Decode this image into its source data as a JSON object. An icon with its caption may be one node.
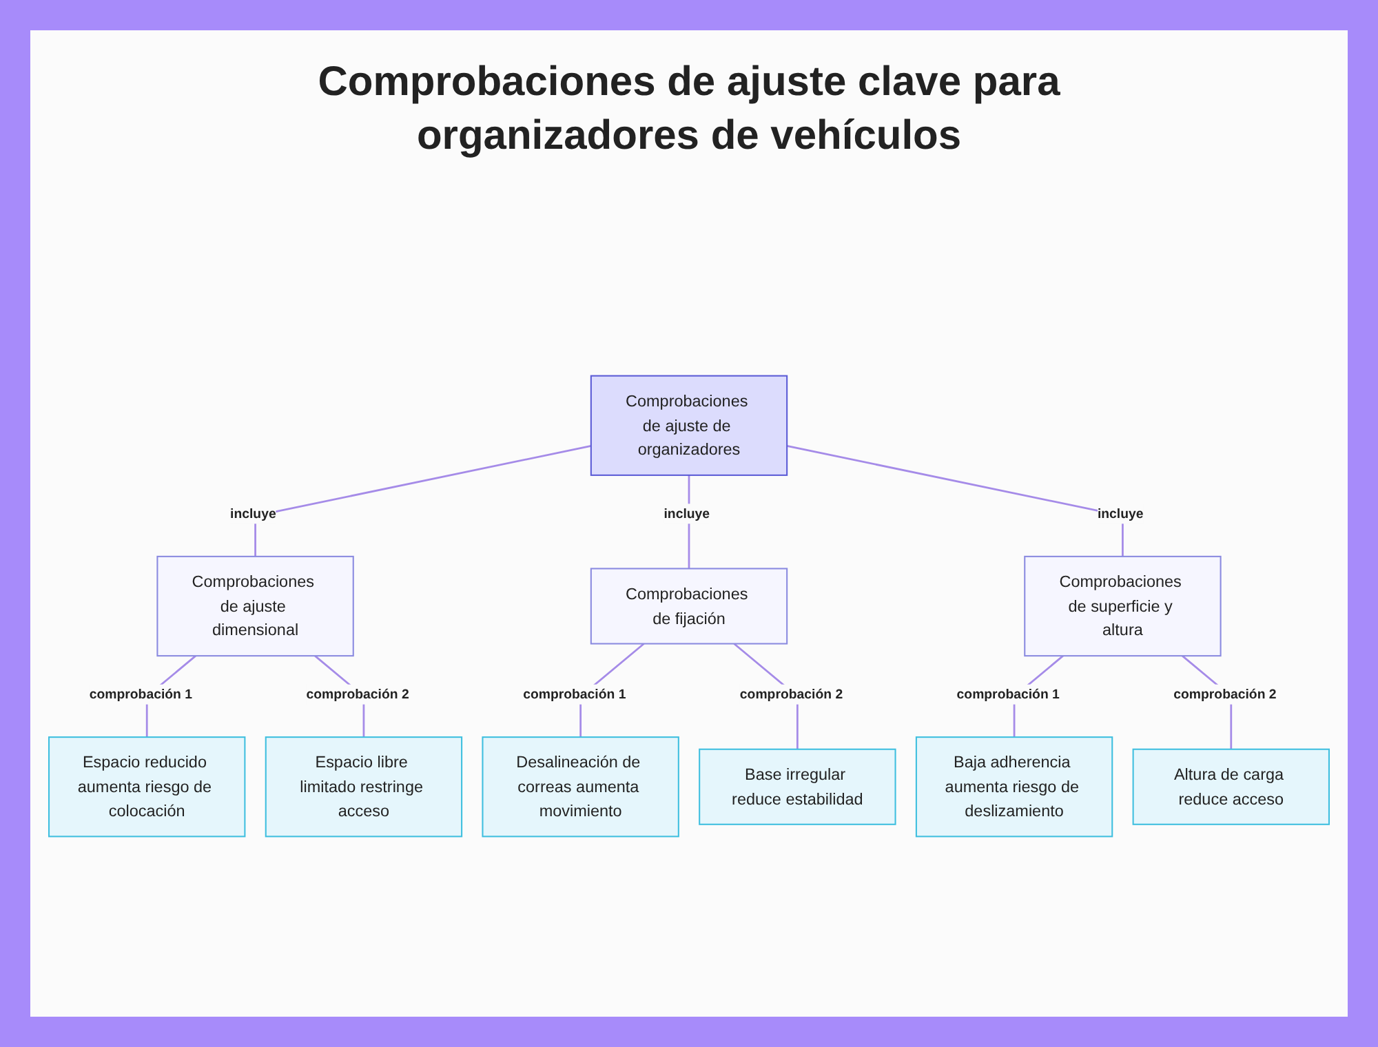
{
  "diagram": {
    "title": "Comprobaciones de ajuste clave para organizadores de vehículos",
    "nodes": [
      {
        "text": [
          "Comprobaciones de ajuste de organizadores"
        ]
      },
      {
        "text": [
          "Comprobaciones de ajuste dimensional"
        ]
      },
      {
        "text": [
          "Comprobaciones de fijación"
        ]
      },
      {
        "text": [
          "Comprobaciones de superficie y altura"
        ]
      },
      {
        "text": [
          "Espacio reducido aumenta riesgo de colocación"
        ]
      },
      {
        "text": [
          "Espacio libre limitado restringe acceso"
        ]
      },
      {
        "text": [
          "Desalineación de correas aumenta movimiento"
        ]
      },
      {
        "text": [
          "Base irregular reduce estabilidad"
        ]
      },
      {
        "text": [
          "Baja adherencia aumenta riesgo de deslizamiento"
        ]
      },
      {
        "text": [
          "Altura de carga reduce acceso"
        ]
      }
    ],
    "edges": [
      {
        "from": 0,
        "to": 1,
        "arrow": "none",
        "label": "incluye"
      },
      {
        "from": 0,
        "to": 2,
        "arrow": "none",
        "label": "incluye"
      },
      {
        "from": 0,
        "to": 3,
        "arrow": "none",
        "label": "incluye"
      },
      {
        "from": 1,
        "to": 4,
        "arrow": "none",
        "label": "comprobación 1"
      },
      {
        "from": 1,
        "to": 5,
        "arrow": "none",
        "label": "comprobación 2"
      },
      {
        "from": 2,
        "to": 6,
        "arrow": "none",
        "label": "comprobación 1"
      },
      {
        "from": 2,
        "to": 7,
        "arrow": "none",
        "label": "comprobación 2"
      },
      {
        "from": 3,
        "to": 8,
        "arrow": "none",
        "label": "comprobación 1"
      },
      {
        "from": 3,
        "to": 9,
        "arrow": "none",
        "label": "comprobación 2"
      }
    ]
  }
}
